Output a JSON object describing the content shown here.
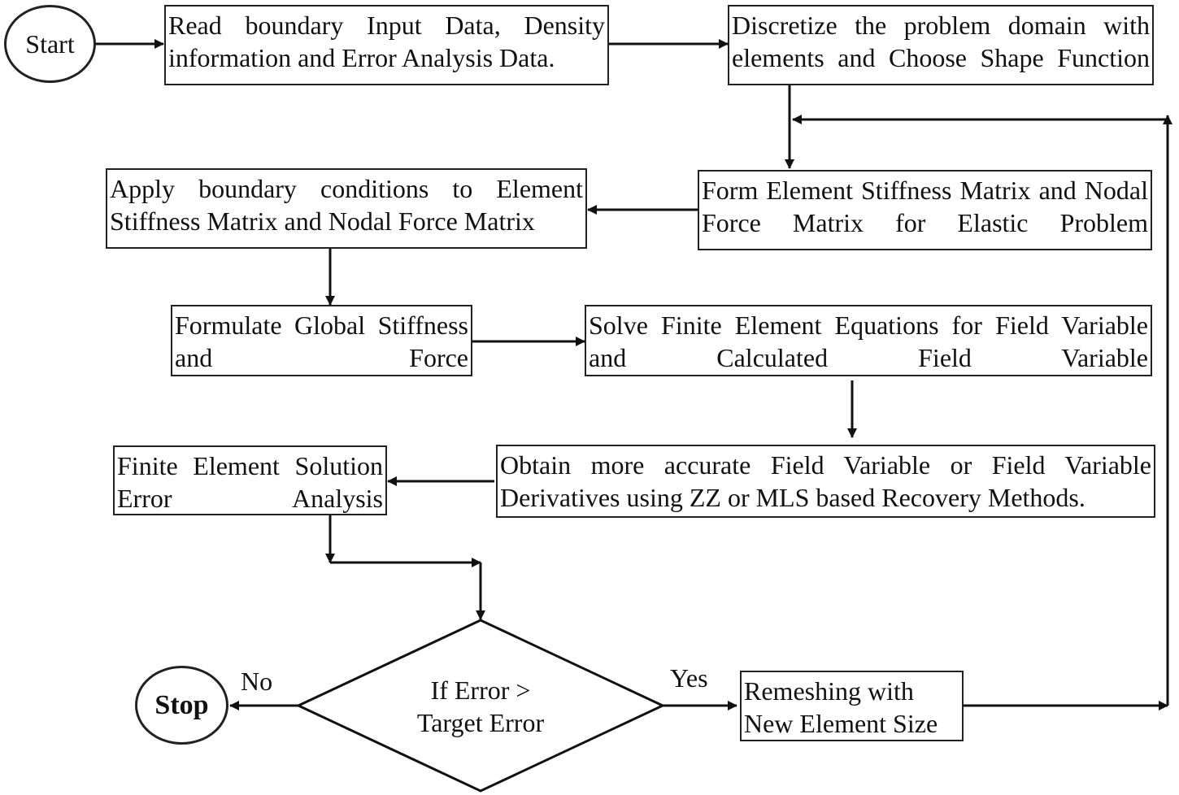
{
  "terminals": {
    "start": "Start",
    "stop": "Stop"
  },
  "boxes": {
    "read_input": "Read boundary Input Data, Density information and Error Analysis Data.",
    "discretize": "Discretize the problem domain with elements and Choose Shape Function",
    "form_stiffness": "Form Element Stiffness Matrix and Nodal Force Matrix for Elastic Problem",
    "apply_bc": "Apply boundary conditions to Element Stiffness Matrix and Nodal Force Matrix",
    "formulate_global": "Formulate Global Stiffness and Force",
    "solve_fe": "Solve Finite Element Equations for Field Variable and Calculated Field Variable",
    "obtain_accurate": "Obtain more accurate Field Variable or Field Variable Derivatives using ZZ or MLS based Recovery Methods.",
    "error_analysis": "Finite Element Solution Error Analysis",
    "remeshing": "Remeshing with New Element Size"
  },
  "decision": {
    "line1": "If Error >",
    "line2": "Target Error",
    "yes_label": "Yes",
    "no_label": "No"
  }
}
